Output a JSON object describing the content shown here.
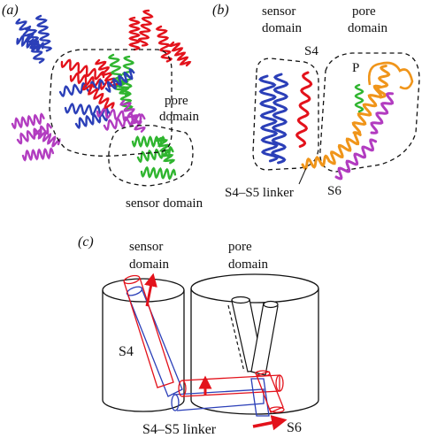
{
  "colors": {
    "blue": "#2b3fb8",
    "red": "#e3121b",
    "green": "#2fb52f",
    "magenta": "#b23cc0",
    "orange": "#f0951a",
    "black": "#111111"
  },
  "panel_a": {
    "tag": "(a)",
    "pore_label": [
      "pore",
      "domain"
    ],
    "sensor_label": "sensor domain"
  },
  "panel_b": {
    "tag": "(b)",
    "sensor_label": [
      "sensor",
      "domain"
    ],
    "pore_label": [
      "pore",
      "domain"
    ],
    "s4_label": "S4",
    "p_label": "P",
    "linker_label": "S4–S5 linker",
    "s6_label": "S6"
  },
  "panel_c": {
    "tag": "(c)",
    "sensor_label": [
      "sensor",
      "domain"
    ],
    "pore_label": [
      "pore",
      "domain"
    ],
    "s4_label": "S4",
    "linker_label": "S4–S5 linker",
    "s6_label": "S6"
  }
}
